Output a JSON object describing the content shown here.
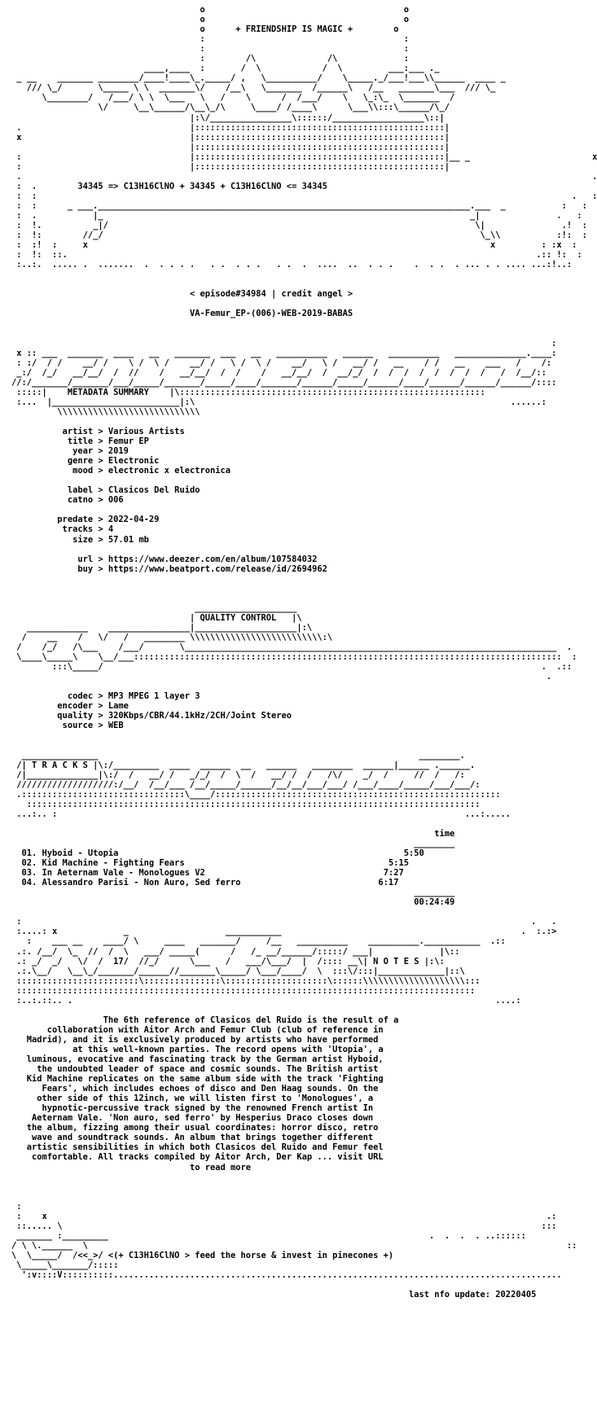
{
  "nfo": {
    "header_line": "+ FRIENDSHIP IS MAGIC +",
    "reaction_line": "34345 => C13H16ClNO + 34345 + C13H16ClNO <= 34345",
    "episode_line": "< episode#34984 | credit angel >",
    "release_name": "VA-Femur_EP-(006)-WEB-2019-BABAS",
    "metadata_title": "METADATA SUMMARY",
    "metadata": {
      "artist": "Various Artists",
      "title": "Femur EP",
      "year": "2019",
      "genre": "Electronic",
      "mood": "electronic x electronica",
      "label": "Clasicos Del Ruido",
      "catno": "006",
      "predate": "2022-04-29",
      "tracks": "4",
      "size": "57.01 mb",
      "url": "https://www.deezer.com/en/album/107584032",
      "buy": "https://www.beatport.com/release/id/2694962"
    },
    "quality_title": "QUALITY CONTROL",
    "quality": {
      "codec": "MP3 MPEG 1 layer 3",
      "encoder": "Lame",
      "quality": "320Kbps/CBR/44.1kHz/2CH/Joint Stereo",
      "source": "WEB"
    },
    "tracks_title": "T R A C K S",
    "tracks_time_header": "time",
    "tracklist": [
      {
        "line": "01. Hyboid - Utopia",
        "time": "5:50"
      },
      {
        "line": "02. Kid Machine - Fighting Fears",
        "time": "5:15"
      },
      {
        "line": "03. In Aeternam Vale - Monologues V2",
        "time": "7:27"
      },
      {
        "line": "04. Alessandro Parisi - Non Auro, Sed ferro",
        "time": "6:17"
      }
    ],
    "total_time": "00:24:49",
    "notes_title": "N O T E S",
    "notes": [
      "The 6th reference of Clasicos del Ruido is the result of a",
      "collaboration with Aitor Arch and Femur Club (club of reference in",
      "Madrid), and it is exclusively produced by artists who have performed",
      "at this well-known parties. The record opens with 'Utopia', a",
      "luminous, evocative and fascinating track by the German artist Hyboid,",
      "the undoubted leader of space and cosmic sounds. The British artist",
      "Kid Machine replicates on the same album side with the track 'Fighting",
      "Fears', which includes echoes of disco and Den Haag sounds. On the",
      "other side of this 12inch, we will listen first to 'Monologues', a",
      "hypnotic-percussive track signed by the renowned French artist In",
      "Aeternam Vale. 'Non auro, sed ferro' by Hesperius Draco closes down",
      "the album, fizzing among their usual coordinates: horror disco, retro",
      "wave and soundtrack sounds. An album that brings together different",
      "artistic sensibilities in which both Clasicos del Ruido and Femur feel",
      "comfortable. All tracks compiled by Aitor Arch, Der Kap ... visit URL",
      "to read more"
    ],
    "footer_line": "<(+ C13H16ClNO > feed the horse & invest in pinecones +)",
    "last_update": "last nfo update: 20220405"
  }
}
